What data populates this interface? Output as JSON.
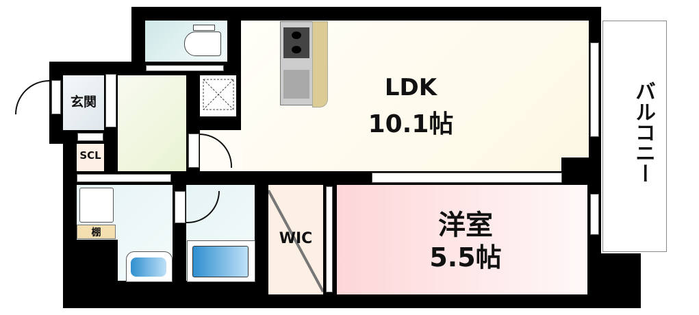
{
  "rooms": {
    "ldk": {
      "name": "LDK",
      "size": "10.1帖",
      "color": "#fffcf0"
    },
    "western": {
      "name": "洋室",
      "size": "5.5帖",
      "color": "#fde0e0"
    },
    "wic": {
      "name": "WIC",
      "color": "#fcefe4"
    },
    "entrance": {
      "name": "玄関",
      "color": "#e6edf1"
    },
    "scl": {
      "name": "SCL",
      "color": "#fcefe4"
    },
    "shelf": {
      "name": "棚",
      "color": "#f4dfb0"
    },
    "balcony": {
      "name": "バルコニー"
    }
  },
  "colors": {
    "wall": "#000000",
    "wet_area": "#dff0f0",
    "hallway": "#eef5dc",
    "bathtub": "#4aa0d8",
    "kitchen_counter": "#dccb95"
  },
  "icons": [
    "toilet-icon",
    "washbasin-icon",
    "washing-machine-pan-icon",
    "bathtub-icon",
    "stove-icon",
    "sink-icon",
    "pipe-space-icon"
  ]
}
